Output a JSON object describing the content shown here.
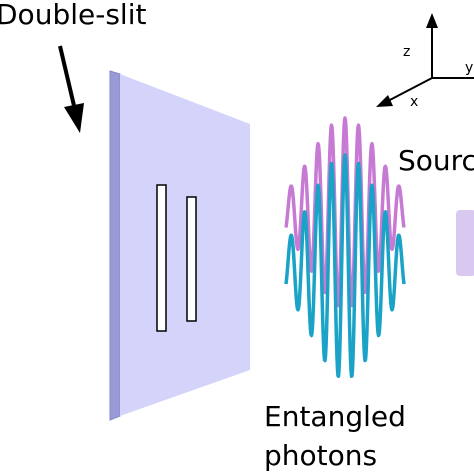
{
  "labels": {
    "double_slit": "Double-slit",
    "source": "Source",
    "photons_line1": "Entangled",
    "photons_line2": "photons"
  },
  "axes": {
    "z": "z",
    "x": "x",
    "y": "y"
  },
  "colors": {
    "screen_front": "#d4d4fb",
    "screen_side": "#9a9ad8",
    "wave_upper": "#c77ad3",
    "wave_lower": "#1aa3c7",
    "source_block": "#d9c8f0",
    "arrow": "#000000"
  },
  "icons": [
    "pointer-arrow",
    "axis-arrows"
  ]
}
